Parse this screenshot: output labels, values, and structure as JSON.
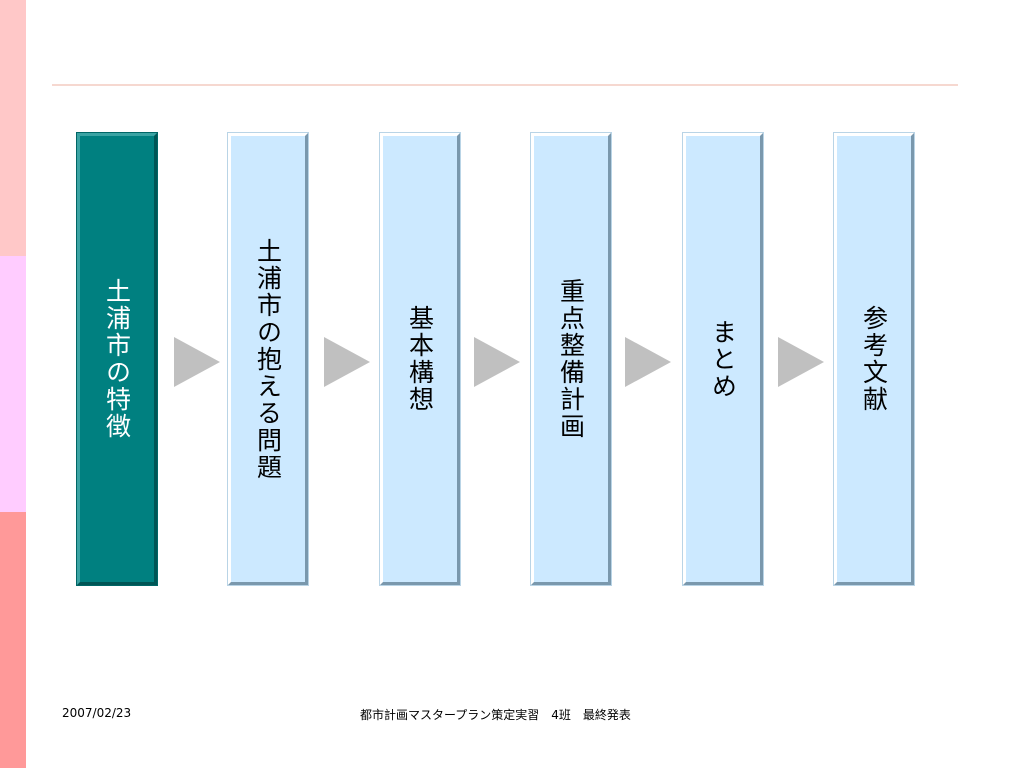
{
  "flow": {
    "steps": [
      {
        "label": "土浦市の特徴",
        "active": true
      },
      {
        "label": "土浦市の抱える問題",
        "active": false
      },
      {
        "label": "基本構想",
        "active": false
      },
      {
        "label": "重点整備計画",
        "active": false
      },
      {
        "label": "まとめ",
        "active": false
      },
      {
        "label": "参考文献",
        "active": false
      }
    ]
  },
  "footer": {
    "date": "2007/02/23",
    "title": "都市計画マスタープラン策定実習　4班　最終発表"
  },
  "colors": {
    "active_step": "#008080",
    "inactive_step": "#cce9ff",
    "arrow": "#c0c0c0",
    "side_strip": [
      "#ffc8c8",
      "#ffccff",
      "#ff9999"
    ],
    "title_rule": "#f6d8d0"
  }
}
